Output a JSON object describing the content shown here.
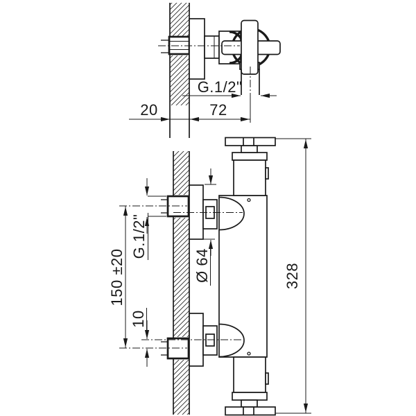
{
  "drawing": {
    "type": "technical-installation-diagram",
    "subject": "wall-mounted thermostatic shower mixer",
    "colors": {
      "line": "#1a1a1a",
      "background": "#ffffff"
    },
    "views": {
      "top_view": {
        "dim_wall_thickness": "20",
        "dim_wall_to_outlet": "72",
        "dim_outlet_thread": "G.1/2\""
      },
      "front_view": {
        "dim_inlet_thread": "G.1/2\"",
        "dim_inlet_spacing": "150 ±20",
        "dim_offset": "10",
        "dim_escutcheon_diameter": "Ø 64",
        "dim_total_height": "328"
      }
    }
  }
}
